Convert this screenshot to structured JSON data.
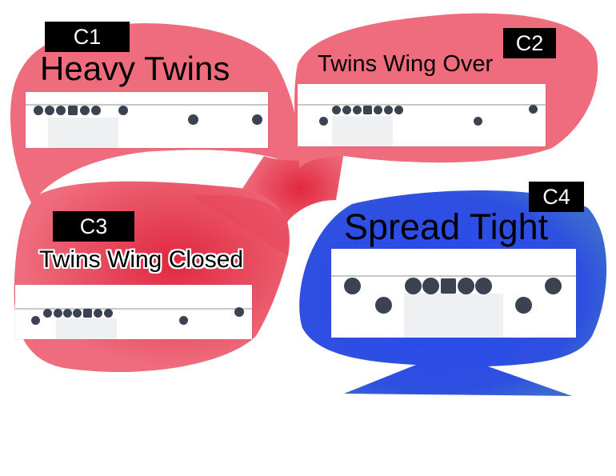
{
  "colors": {
    "red_bubble": "#ee6c7c",
    "blue_bubble": "#2f4fe6",
    "player": "#3b4250"
  },
  "formations": [
    {
      "id": "c1",
      "tag": "C1",
      "title": "Heavy Twins"
    },
    {
      "id": "c2",
      "tag": "C2",
      "title": "Twins Wing Over"
    },
    {
      "id": "c3",
      "tag": "C3",
      "title": "Twins Wing Closed"
    },
    {
      "id": "c4",
      "tag": "C4",
      "title": "Spread Tight"
    }
  ]
}
